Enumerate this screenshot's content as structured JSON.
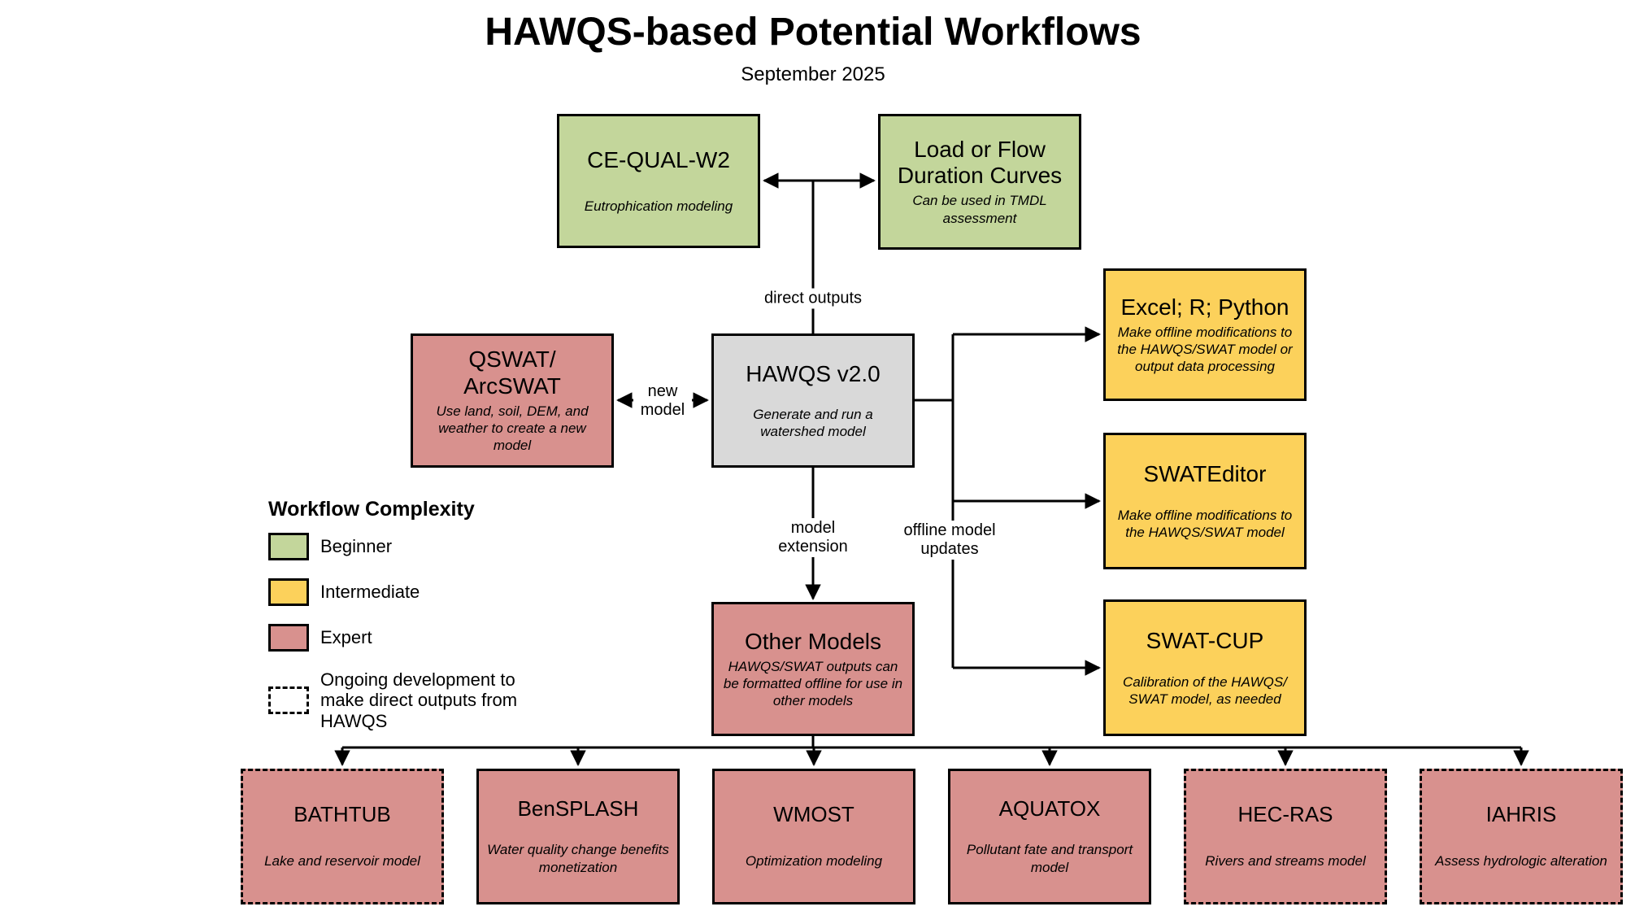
{
  "title": "HAWQS-based Potential Workflows",
  "subtitle": "September 2025",
  "colors": {
    "beginner_green": "#C3D69B",
    "intermediate_yellow": "#FCD15B",
    "expert_pink": "#D8918E",
    "hawqs_gray": "#D9D9D9",
    "line_black": "#000000"
  },
  "legend": {
    "title": "Workflow Complexity",
    "items": [
      {
        "label": "Beginner",
        "swatch": "green"
      },
      {
        "label": "Intermediate",
        "swatch": "yellow"
      },
      {
        "label": "Expert",
        "swatch": "pink"
      },
      {
        "label": "Ongoing development to make direct outputs from HAWQS",
        "swatch": "dashed"
      }
    ]
  },
  "edge_labels": {
    "direct_outputs": "direct outputs",
    "new_model": "new model",
    "model_extension": "model extension",
    "offline_model_updates": "offline model updates"
  },
  "nodes": {
    "ce_qual_w2": {
      "title": "CE-QUAL-W2",
      "desc": "Eutrophication modeling",
      "level": "Beginner"
    },
    "load_flow": {
      "title": "Load or Flow Duration Curves",
      "desc": "Can be used in TMDL assessment",
      "level": "Beginner"
    },
    "qswat": {
      "title": "QSWAT/\nArcSWAT",
      "desc": "Use land, soil, DEM, and weather to create a new model",
      "level": "Expert"
    },
    "hawqs": {
      "title": "HAWQS v2.0",
      "desc": "Generate and run a watershed model"
    },
    "excel_r_python": {
      "title": "Excel; R; Python",
      "desc": "Make offline modifications to the HAWQS/SWAT model or output data processing",
      "level": "Intermediate"
    },
    "swateditor": {
      "title": "SWATEditor",
      "desc": "Make offline modifications to the HAWQS/SWAT model",
      "level": "Intermediate"
    },
    "swat_cup": {
      "title": "SWAT-CUP",
      "desc": "Calibration of the HAWQS/\nSWAT model, as needed",
      "level": "Intermediate"
    },
    "other_models": {
      "title": "Other Models",
      "desc": "HAWQS/SWAT outputs can be formatted offline for use in other models",
      "level": "Expert"
    },
    "bathtub": {
      "title": "BATHTUB",
      "desc": "Lake and reservoir model",
      "level": "Expert",
      "ongoing_development": true
    },
    "bensplash": {
      "title": "BenSPLASH",
      "desc": "Water quality change benefits monetization",
      "level": "Expert",
      "ongoing_development": false
    },
    "wmost": {
      "title": "WMOST",
      "desc": "Optimization modeling",
      "level": "Expert",
      "ongoing_development": false
    },
    "aquatox": {
      "title": "AQUATOX",
      "desc": "Pollutant fate and transport model",
      "level": "Expert",
      "ongoing_development": false
    },
    "hec_ras": {
      "title": "HEC-RAS",
      "desc": "Rivers and streams model",
      "level": "Expert",
      "ongoing_development": true
    },
    "iahris": {
      "title": "IAHRIS",
      "desc": "Assess hydrologic alteration",
      "level": "Expert",
      "ongoing_development": true
    }
  }
}
